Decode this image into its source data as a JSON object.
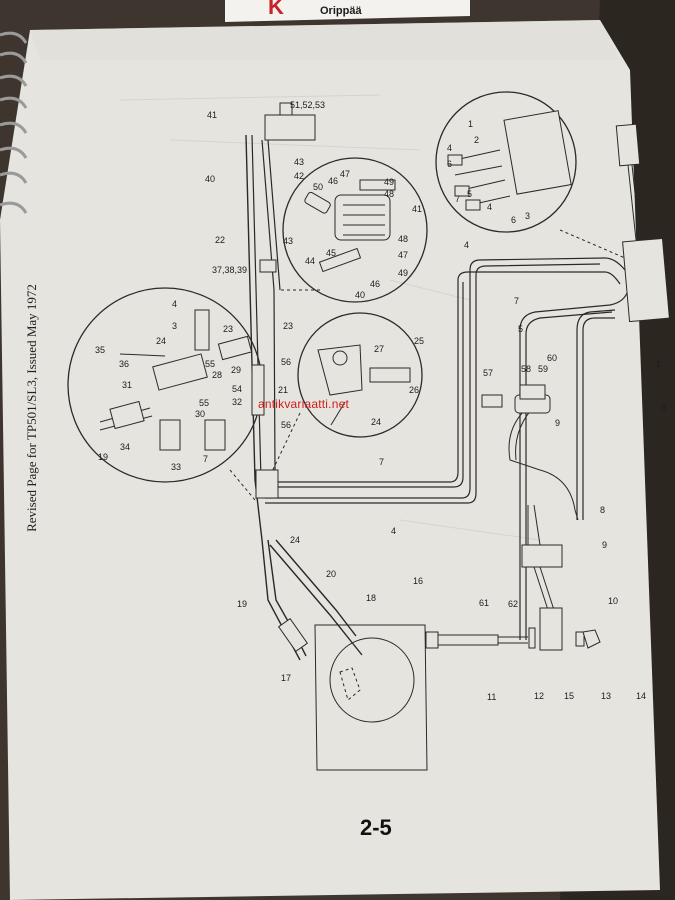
{
  "store_tag": {
    "logo_text": "K",
    "place": "Orippää"
  },
  "side_note": "Revised Page for TP501/SL3, Issued May 1972",
  "page_number": "2-5",
  "watermark": "antikvariaatti.net",
  "callouts": [
    {
      "id": "c-51",
      "text": "51,52,53"
    },
    {
      "id": "c-41a",
      "text": "41"
    },
    {
      "id": "c-43a",
      "text": "43"
    },
    {
      "id": "c-42",
      "text": "42"
    },
    {
      "id": "c-40a",
      "text": "40"
    },
    {
      "id": "c-22",
      "text": "22"
    },
    {
      "id": "c-373839",
      "text": "37,38,39"
    },
    {
      "id": "c-47a",
      "text": "47"
    },
    {
      "id": "c-49a",
      "text": "49"
    },
    {
      "id": "c-46a",
      "text": "46"
    },
    {
      "id": "c-50",
      "text": "50"
    },
    {
      "id": "c-48a",
      "text": "48"
    },
    {
      "id": "c-41b",
      "text": "41"
    },
    {
      "id": "c-43b",
      "text": "43"
    },
    {
      "id": "c-48b",
      "text": "48"
    },
    {
      "id": "c-45",
      "text": "45"
    },
    {
      "id": "c-47b",
      "text": "47"
    },
    {
      "id": "c-44",
      "text": "44"
    },
    {
      "id": "c-49b",
      "text": "49"
    },
    {
      "id": "c-46b",
      "text": "46"
    },
    {
      "id": "c-40b",
      "text": "40"
    },
    {
      "id": "c-1a",
      "text": "1"
    },
    {
      "id": "c-2",
      "text": "2"
    },
    {
      "id": "c-4a",
      "text": "4"
    },
    {
      "id": "c-6a",
      "text": "6"
    },
    {
      "id": "c-3",
      "text": "3"
    },
    {
      "id": "c-7a",
      "text": "7"
    },
    {
      "id": "c-5a",
      "text": "5"
    },
    {
      "id": "c-4b",
      "text": "4"
    },
    {
      "id": "c-6b",
      "text": "6"
    },
    {
      "id": "c-4c",
      "text": "4"
    },
    {
      "id": "c-7b",
      "text": "7"
    },
    {
      "id": "c-5b",
      "text": "5"
    },
    {
      "id": "c-1b",
      "text": "1"
    },
    {
      "id": "c-6c",
      "text": "6"
    },
    {
      "id": "c-23a",
      "text": "23"
    },
    {
      "id": "c-23b",
      "text": "23"
    },
    {
      "id": "c-4d",
      "text": "4"
    },
    {
      "id": "c-3b",
      "text": "3"
    },
    {
      "id": "c-35",
      "text": "35"
    },
    {
      "id": "c-24a",
      "text": "24"
    },
    {
      "id": "c-36",
      "text": "36"
    },
    {
      "id": "c-55a",
      "text": "55"
    },
    {
      "id": "c-29",
      "text": "29"
    },
    {
      "id": "c-28",
      "text": "28"
    },
    {
      "id": "c-31",
      "text": "31"
    },
    {
      "id": "c-54",
      "text": "54"
    },
    {
      "id": "c-32",
      "text": "32"
    },
    {
      "id": "c-55b",
      "text": "55"
    },
    {
      "id": "c-30",
      "text": "30"
    },
    {
      "id": "c-34",
      "text": "34"
    },
    {
      "id": "c-19a",
      "text": "19"
    },
    {
      "id": "c-33",
      "text": "33"
    },
    {
      "id": "c-7c",
      "text": "7"
    },
    {
      "id": "c-56a",
      "text": "56"
    },
    {
      "id": "c-21",
      "text": "21"
    },
    {
      "id": "c-56b",
      "text": "56"
    },
    {
      "id": "c-27",
      "text": "27"
    },
    {
      "id": "c-25",
      "text": "25"
    },
    {
      "id": "c-26",
      "text": "26"
    },
    {
      "id": "c-24b",
      "text": "24"
    },
    {
      "id": "c-57",
      "text": "57"
    },
    {
      "id": "c-58",
      "text": "58"
    },
    {
      "id": "c-59",
      "text": "59"
    },
    {
      "id": "c-60",
      "text": "60"
    },
    {
      "id": "c-9a",
      "text": "9"
    },
    {
      "id": "c-7d",
      "text": "7"
    },
    {
      "id": "c-4e",
      "text": "4"
    },
    {
      "id": "c-24c",
      "text": "24"
    },
    {
      "id": "c-8",
      "text": "8"
    },
    {
      "id": "c-9b",
      "text": "9"
    },
    {
      "id": "c-20",
      "text": "20"
    },
    {
      "id": "c-19b",
      "text": "19"
    },
    {
      "id": "c-18",
      "text": "18"
    },
    {
      "id": "c-16",
      "text": "16"
    },
    {
      "id": "c-17",
      "text": "17"
    },
    {
      "id": "c-61",
      "text": "61"
    },
    {
      "id": "c-62",
      "text": "62"
    },
    {
      "id": "c-10",
      "text": "10"
    },
    {
      "id": "c-11",
      "text": "11"
    },
    {
      "id": "c-12",
      "text": "12"
    },
    {
      "id": "c-15",
      "text": "15"
    },
    {
      "id": "c-13",
      "text": "13"
    },
    {
      "id": "c-14",
      "text": "14"
    }
  ]
}
